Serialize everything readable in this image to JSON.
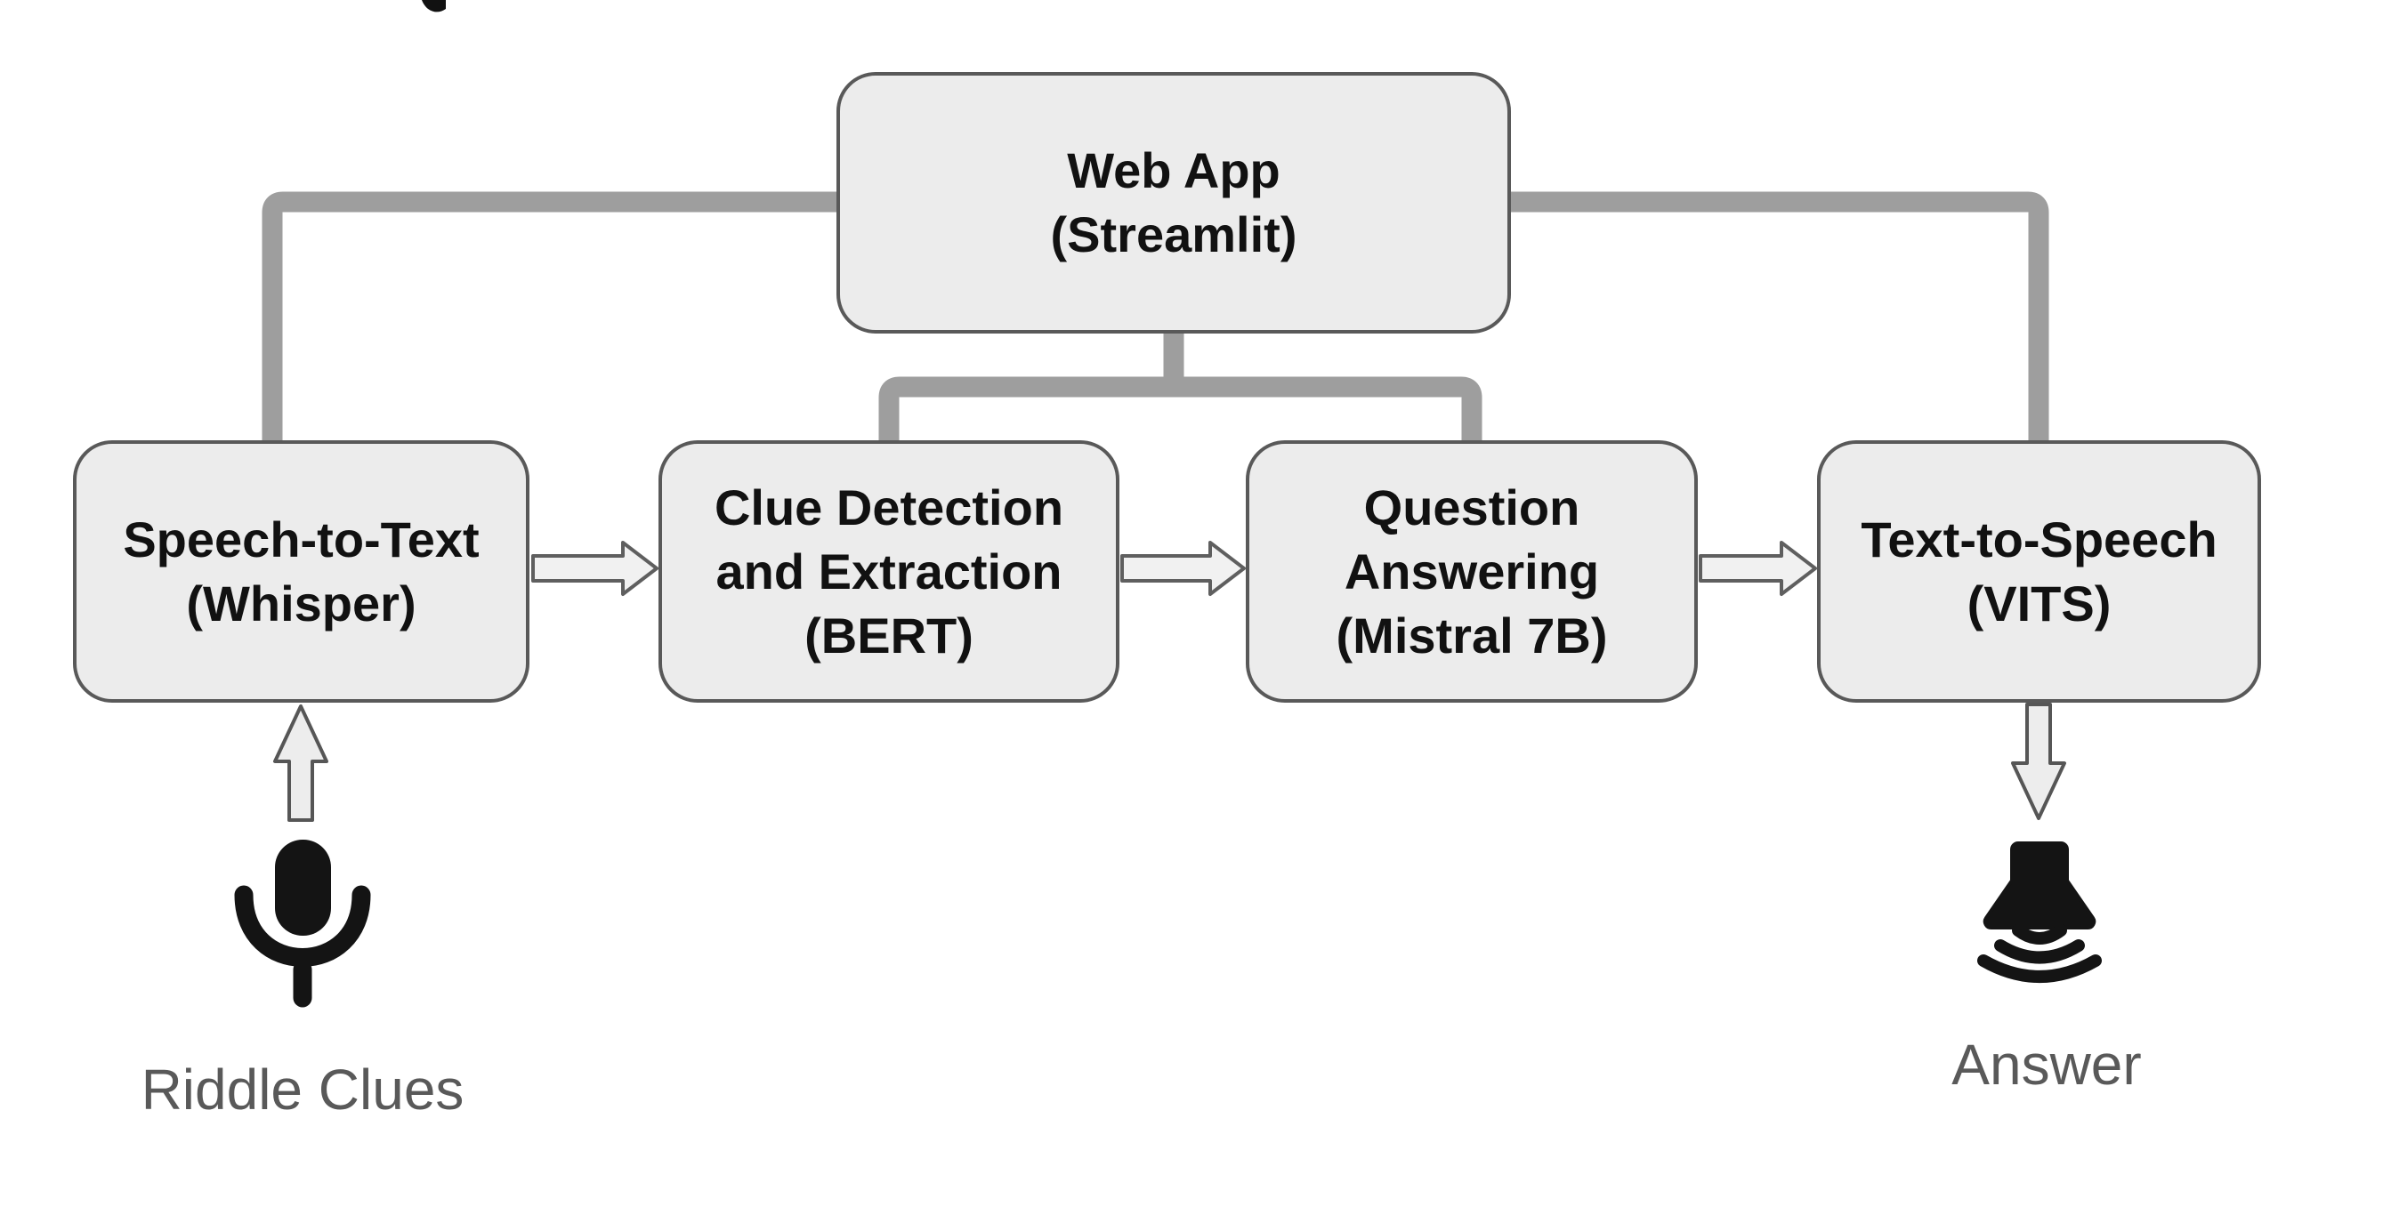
{
  "diagram": {
    "nodes": {
      "web_app": {
        "line1": "Web App",
        "line2": "(Streamlit)"
      },
      "speech_to_text": {
        "line1": "Speech-to-Text",
        "line2": "(Whisper)"
      },
      "clue_detection": {
        "line1": "Clue Detection",
        "line2": "and Extraction",
        "line3": "(BERT)"
      },
      "question_answering": {
        "line1": "Question",
        "line2": "Answering",
        "line3": "(Mistral 7B)"
      },
      "text_to_speech": {
        "line1": "Text-to-Speech",
        "line2": "(VITS)"
      }
    },
    "captions": {
      "input": "Riddle Clues",
      "output": "Answer"
    },
    "icons": {
      "input": "microphone-icon",
      "output": "speaker-icon"
    },
    "colors": {
      "background": "#ffffff",
      "node_fill": "#ececec",
      "node_border": "#595959",
      "connector": "#9e9e9e",
      "arrow_fill": "#f1f1f1",
      "arrow_border": "#5f5f5f",
      "icon": "#141414",
      "label_text": "#111111",
      "caption_text": "#595959"
    }
  }
}
